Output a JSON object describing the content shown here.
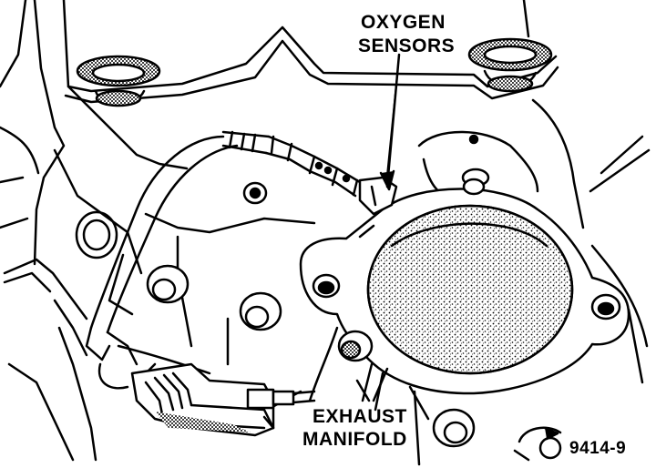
{
  "callouts": {
    "oxygen_sensors": [
      "OXYGEN",
      "SENSORS"
    ],
    "exhaust_manifold": [
      "EXHAUST",
      "MANIFOLD"
    ]
  },
  "figure_number": "9414-9",
  "colors": {
    "ink": "#000000",
    "paper": "#ffffff",
    "stipple": "#9a9a9a"
  }
}
